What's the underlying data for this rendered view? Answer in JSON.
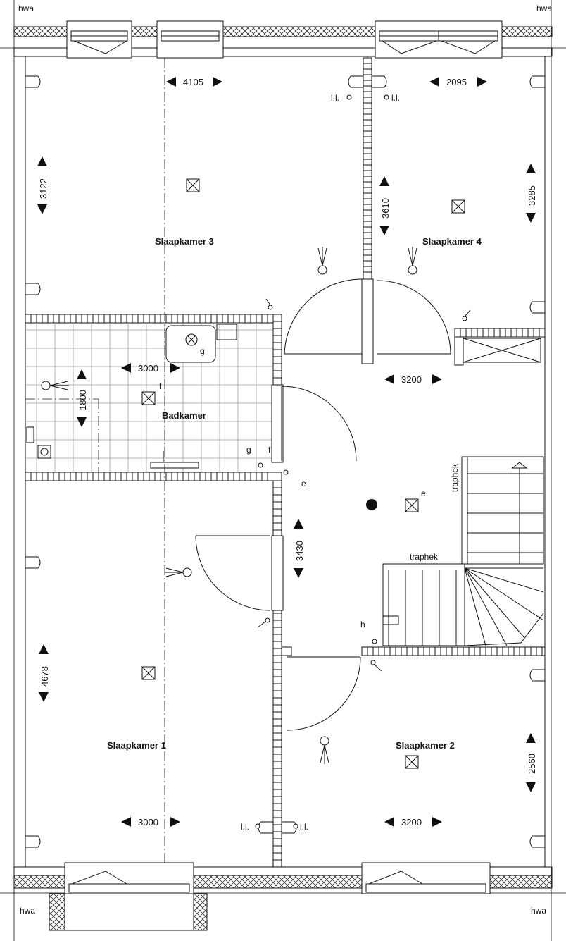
{
  "corner_labels": {
    "top_left": "hwa",
    "top_right": "hwa",
    "bottom_left": "hwa",
    "bottom_right": "hwa"
  },
  "rooms": {
    "slaapkamer_3": "Slaapkamer 3",
    "slaapkamer_4": "Slaapkamer 4",
    "badkamer": "Badkamer",
    "slaapkamer_1": "Slaapkamer 1",
    "slaapkamer_2": "Slaapkamer 2"
  },
  "dimensions": {
    "sk3_width": "4105",
    "sk3_height": "3122",
    "sk4_width": "2095",
    "sk4_height": "3285",
    "corridor_height_top": "3610",
    "badkamer_width": "3000",
    "badkamer_height": "1800",
    "overloop_width": "3200",
    "overloop_height": "3430",
    "sk1_height": "4678",
    "sk1_width": "3000",
    "sk2_width": "3200",
    "sk2_height": "2560"
  },
  "labels": {
    "ll_top_left": "l.l.",
    "ll_top_right": "l.l.",
    "ll_bottom_left": "l.l.",
    "ll_bottom_right": "l.l.",
    "g_sink": "g",
    "f_bath": "f",
    "g_bath_door": "g",
    "f_bath_door": "f",
    "e_hall": "e",
    "e_ceiling": "e",
    "h_stair": "h",
    "traphek_vertical": "traphek",
    "traphek_horizontal": "traphek"
  },
  "icons": {
    "ceiling_light": "ceiling-light-icon",
    "socket": "double-socket-icon",
    "smoke_detector": "smoke-detector-icon",
    "switch": "light-switch-icon"
  }
}
